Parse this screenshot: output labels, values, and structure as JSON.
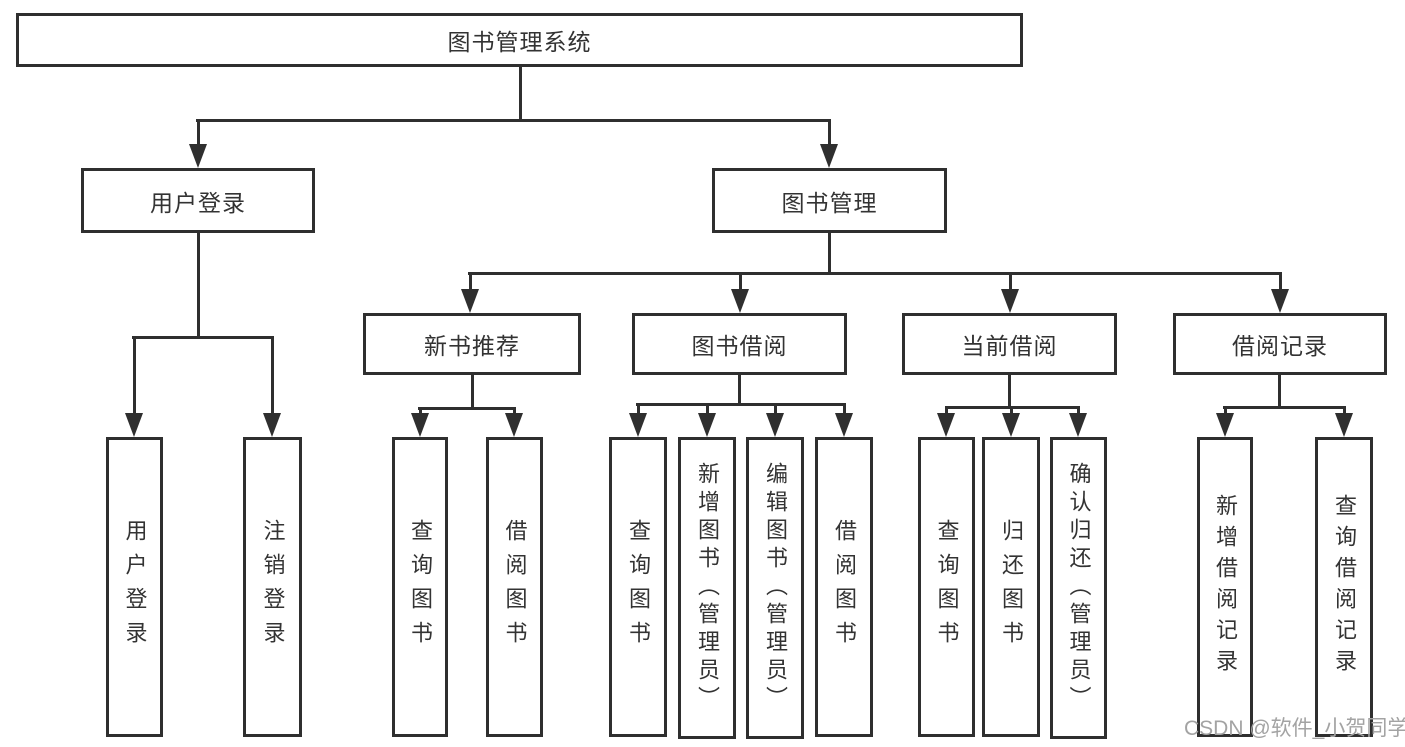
{
  "diagram": {
    "root": {
      "label": "图书管理系统"
    },
    "level2": [
      {
        "label": "用户登录",
        "leaves": [
          {
            "label": "用户登录"
          },
          {
            "label": "注销登录"
          }
        ]
      },
      {
        "label": "图书管理",
        "groups": [
          {
            "label": "新书推荐",
            "leaves": [
              {
                "label": "查询图书"
              },
              {
                "label": "借阅图书"
              }
            ]
          },
          {
            "label": "图书借阅",
            "leaves": [
              {
                "label": "查询图书"
              },
              {
                "label": "新增图书（管理员）"
              },
              {
                "label": "编辑图书（管理员）"
              },
              {
                "label": "借阅图书"
              }
            ]
          },
          {
            "label": "当前借阅",
            "leaves": [
              {
                "label": "查询图书"
              },
              {
                "label": "归还图书"
              },
              {
                "label": "确认归还（管理员）"
              }
            ]
          },
          {
            "label": "借阅记录",
            "leaves": [
              {
                "label": "新增借阅记录"
              },
              {
                "label": "查询借阅记录"
              }
            ]
          }
        ]
      }
    ]
  },
  "watermark": {
    "text": "CSDN @软件_小贺同学"
  },
  "colors": {
    "line": "#2f2f2f",
    "text": "#333333",
    "background": "#ffffff",
    "watermark": "#a3a3a3"
  }
}
